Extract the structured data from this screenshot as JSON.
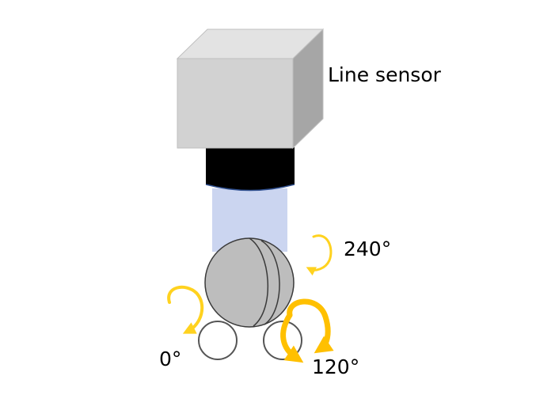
{
  "labels": {
    "sensor": "Line sensor",
    "angle_240": "240°",
    "angle_0": "0°",
    "angle_120": "120°"
  },
  "colors": {
    "box_front": "#D2D2D2",
    "box_top": "#E3E3E3",
    "box_side": "#A6A6A6",
    "box_stroke": "#BFBFBF",
    "lens": "#000000",
    "lens_stroke": "#2F4F8F",
    "beam": "#CBD5F0",
    "ball": "#BDBDBD",
    "ball_stroke": "#3A3A3A",
    "roller_stroke": "#555555",
    "arrow": "#FFD21F",
    "arrow_active": "#FFC000"
  }
}
